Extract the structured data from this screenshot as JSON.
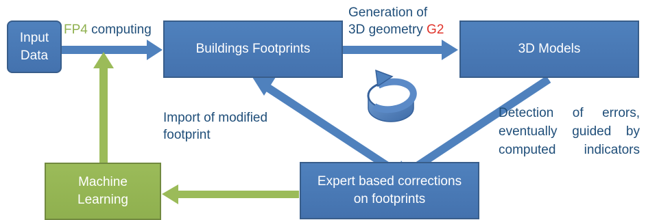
{
  "nodes": {
    "input_data": [
      "Input",
      "Data"
    ],
    "buildings_footprints": "Buildings Footprints",
    "models_3d": "3D Models",
    "expert": [
      "Expert based corrections",
      "on footprints"
    ],
    "machine_learning": [
      "Machine",
      "Learning"
    ]
  },
  "labels": {
    "fp4_prefix": "FP4",
    "computing": " computing",
    "generation_line1": "Generation of",
    "generation_line2": "3D geometry ",
    "g2": "G2",
    "import_line1": "Import of modified",
    "import_line2": "footprint",
    "detection_line1": "Detection of errors,",
    "detection_line2": "eventually guided by",
    "detection_line3": "computed indicators"
  },
  "colors": {
    "box_blue": "#4f81bd",
    "box_green": "#9bbb59",
    "arrow_blue": "#4f81bd",
    "arrow_green": "#9bbb59",
    "text_blue": "#1f4e79",
    "fp4_green": "#8fb04f",
    "g2_red": "#e0332a"
  },
  "icons": {
    "cycle": "circular-refresh-arrow-icon"
  }
}
